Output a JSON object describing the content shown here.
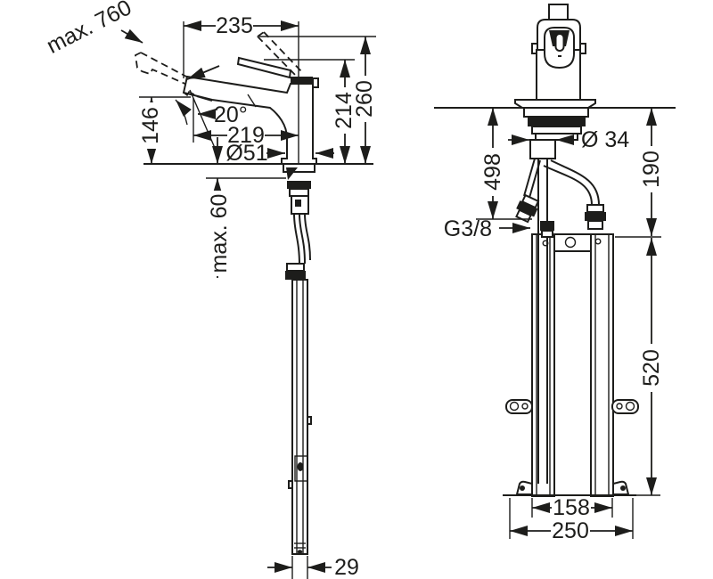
{
  "drawing": {
    "background": "#ffffff",
    "line_color": "#1d1d1b",
    "side_view": {
      "dimensions": {
        "max_pullout_height": "max. 760",
        "reach_overall": "235",
        "outlet_height": "146",
        "outlet_angle": "20°",
        "reach_to_aerator": "219",
        "base_diameter": "Ø51",
        "height_to_handle": "214",
        "total_height": "260",
        "max_counter_thickness": "max. 60",
        "rail_depth": "29"
      }
    },
    "front_view": {
      "dimensions": {
        "shank_diameter": "Ø 34",
        "hose_length": "498",
        "clearance_below_counter": "190",
        "connection_thread": "G3/8",
        "base_unit_height": "520",
        "rail_outer_width": "158",
        "base_unit_width": "250"
      }
    }
  }
}
